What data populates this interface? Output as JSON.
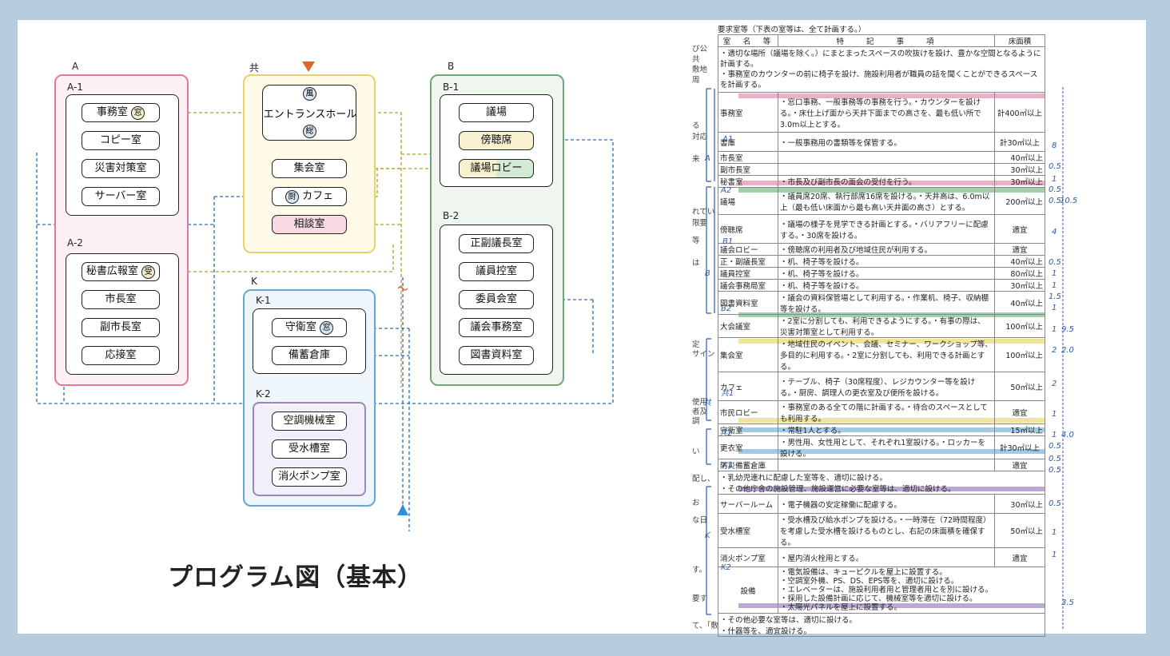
{
  "title": "プログラム図（基本）",
  "diagram": {
    "groups": {
      "A": {
        "label": "A",
        "sub1": "A-1",
        "sub2": "A-2"
      },
      "kyo": {
        "label": "共"
      },
      "B": {
        "label": "B",
        "sub1": "B-1",
        "sub2": "B-2"
      },
      "K": {
        "label": "K",
        "sub1": "K-1",
        "sub2": "K-2"
      }
    },
    "rooms": {
      "jimushitsu": "事務室",
      "copy": "コピー室",
      "saigai": "災害対策室",
      "server": "サーバー室",
      "hisho": "秘書広報室",
      "shicho": "市長室",
      "fukushicho": "副市長室",
      "osetsu": "応接室",
      "entrance": "エントランスホール",
      "shukai": "集会室",
      "cafe": "カフェ",
      "sodan": "相談室",
      "gijo": "議場",
      "bochoseki": "傍聴席",
      "lobby": "議場ロビー",
      "seifuku": "正副議長室",
      "giin": "議員控室",
      "iin": "委員会室",
      "jimukyoku": "議会事務室",
      "tosho": "図書資料室",
      "shuei": "守衛室",
      "bichiku": "備蓄倉庫",
      "kucho": "空調機械室",
      "jusui": "受水槽室",
      "shoka": "消火ポンプ室"
    },
    "badges": {
      "mado": "窓",
      "kaze": "風",
      "so": "総",
      "chu": "厨",
      "uke": "受"
    },
    "colors": {
      "A": "#e07aa0",
      "kyo": "#e6d36a",
      "B": "#6fa57a",
      "K": "#6aa5cf",
      "K2": "#9a86b8",
      "entry": "#e0642c",
      "exit": "#2f8fd0"
    }
  },
  "table": {
    "note": "要求室等（下表の室等は、全て計画する。）",
    "headers": [
      "室　名　等",
      "特　　記　　事　　項",
      "床面積"
    ],
    "intro": [
      "・適切な場所（議場を除く。）にまとまったスペースの吹抜けを設け、豊かな空間となるように計画する。",
      "・事務室のカウンターの前に椅子を設け、施設利用者が職員の話を聞くことができるスペースを計画する。"
    ],
    "rows": [
      [
        "事務室",
        "・窓口事務、一般事務等の事務を行う。・カウンターを設ける。・床仕上げ面から天井下面までの高さを、最も低い所で3.0m以上とする。",
        "計400㎡以上"
      ],
      [
        "書庫",
        "・一般事務用の書類等を保管する。",
        "計30㎡以上"
      ],
      [
        "市長室",
        "",
        "40㎡以上"
      ],
      [
        "副市長室",
        "",
        "30㎡以上"
      ],
      [
        "秘書室",
        "・市長及び副市長の面会の受付を行う。",
        "30㎡以上"
      ],
      [
        "議場",
        "・議員席20席、執行部席16席を設ける。・天井高は、6.0m以上（最も低い床面から最も高い天井面の高さ）とする。",
        "200㎡以上"
      ],
      [
        "傍聴席",
        "・議場の様子を見学できる計画とする。・バリアフリーに配慮する。・30席を設ける。",
        "適宜"
      ],
      [
        "議会ロビー",
        "・傍聴席の利用者及び地域住民が利用する。",
        "適宜"
      ],
      [
        "正・副議長室",
        "・机、椅子等を設ける。",
        "40㎡以上"
      ],
      [
        "議員控室",
        "・机、椅子等を設ける。",
        "80㎡以上"
      ],
      [
        "議会事務局室",
        "・机、椅子等を設ける。",
        "30㎡以上"
      ],
      [
        "図書資料室",
        "・議会の資料保管場として利用する。・作業机、椅子、収納棚等を設ける。",
        "40㎡以上"
      ],
      [
        "大会議室",
        "・2室に分割しても、利用できるようにする。・有事の際は、災害対策室として利用する。",
        "100㎡以上"
      ],
      [
        "集会室",
        "・地域住民のイベント、会議、セミナー、ワークショップ等、多目的に利用する。・2室に分割しても、利用できる計画とする。",
        "100㎡以上"
      ],
      [
        "カフェ",
        "・テーブル、椅子（30席程度）、レジカウンター等を設ける。・厨房、調理人の更衣室及び便所を設ける。",
        "50㎡以上"
      ],
      [
        "市民ロビー",
        "・事務室のある全ての階に計画する。・待合のスペースとしても利用する。",
        "適宜"
      ],
      [
        "守衛室",
        "・常駐1人とする。",
        "15㎡以上"
      ],
      [
        "更衣室",
        "・男性用、女性用として、それぞれ1室設ける。・ロッカーを設ける。",
        "計30㎡以上"
      ],
      [
        "防災備蓄倉庫",
        "",
        "適宜"
      ],
      [
        "サーバールーム",
        "・電子機器の安定稼働に配慮する。",
        "30㎡以上"
      ],
      [
        "受水槽室",
        "・受水槽及び給水ポンプを設ける。・一時滞在（72時間程度）を考慮した受水槽を設けるものとし、右記の床面積を確保する。",
        "50㎡以上"
      ],
      [
        "消火ポンプ室",
        "・屋内消火栓用とする。",
        "適宜"
      ]
    ],
    "misc": [
      "・乳幼児連れに配慮した室等を、適切に設ける。",
      "・その他庁舎の施設管理、施設運営に必要な室等は、適切に設ける。"
    ],
    "setsubi_label": "設備",
    "setsubi_notes": [
      "・電気設備は、キューピクルを屋上に設置する。",
      "・空調室外機、PS、DS、EPS等を、適切に設ける。",
      "・エレベーターは、施設利用者用と管理者用とを別に設ける。",
      "・採用した設備計画に応じて、機械室等を適切に設ける。",
      "・太陽光パネルを屋上に設置する。"
    ],
    "footer": [
      "・その他必要な室等は、適切に設ける。",
      "・什器等を、適宜設ける。"
    ],
    "left_margin": [
      "び公共",
      "敷地周",
      "る",
      "対応",
      "来",
      "れてい",
      "限要",
      "等",
      "は",
      "定",
      "サイン",
      "使用",
      "者及",
      "調",
      "い",
      "配し、",
      "お",
      "な日",
      "す。",
      "要す",
      "て、「敷"
    ],
    "handwritten": {
      "zones": [
        "A1",
        "A",
        "A2",
        "B1",
        "B",
        "B2",
        "共1",
        "共",
        "共2",
        "K1",
        "K",
        "K2"
      ],
      "heights": [
        "8",
        "0.5",
        "1",
        "0.5",
        "0.5",
        "10.5",
        "4",
        "0.5",
        "1",
        "1",
        "1.5",
        "1",
        "1",
        "9.5",
        "2",
        "2.0",
        "2",
        "1",
        "1",
        "4.0",
        "0.5",
        "0.5",
        "0.5",
        "0.5",
        "1",
        "1",
        "3.5"
      ]
    }
  }
}
